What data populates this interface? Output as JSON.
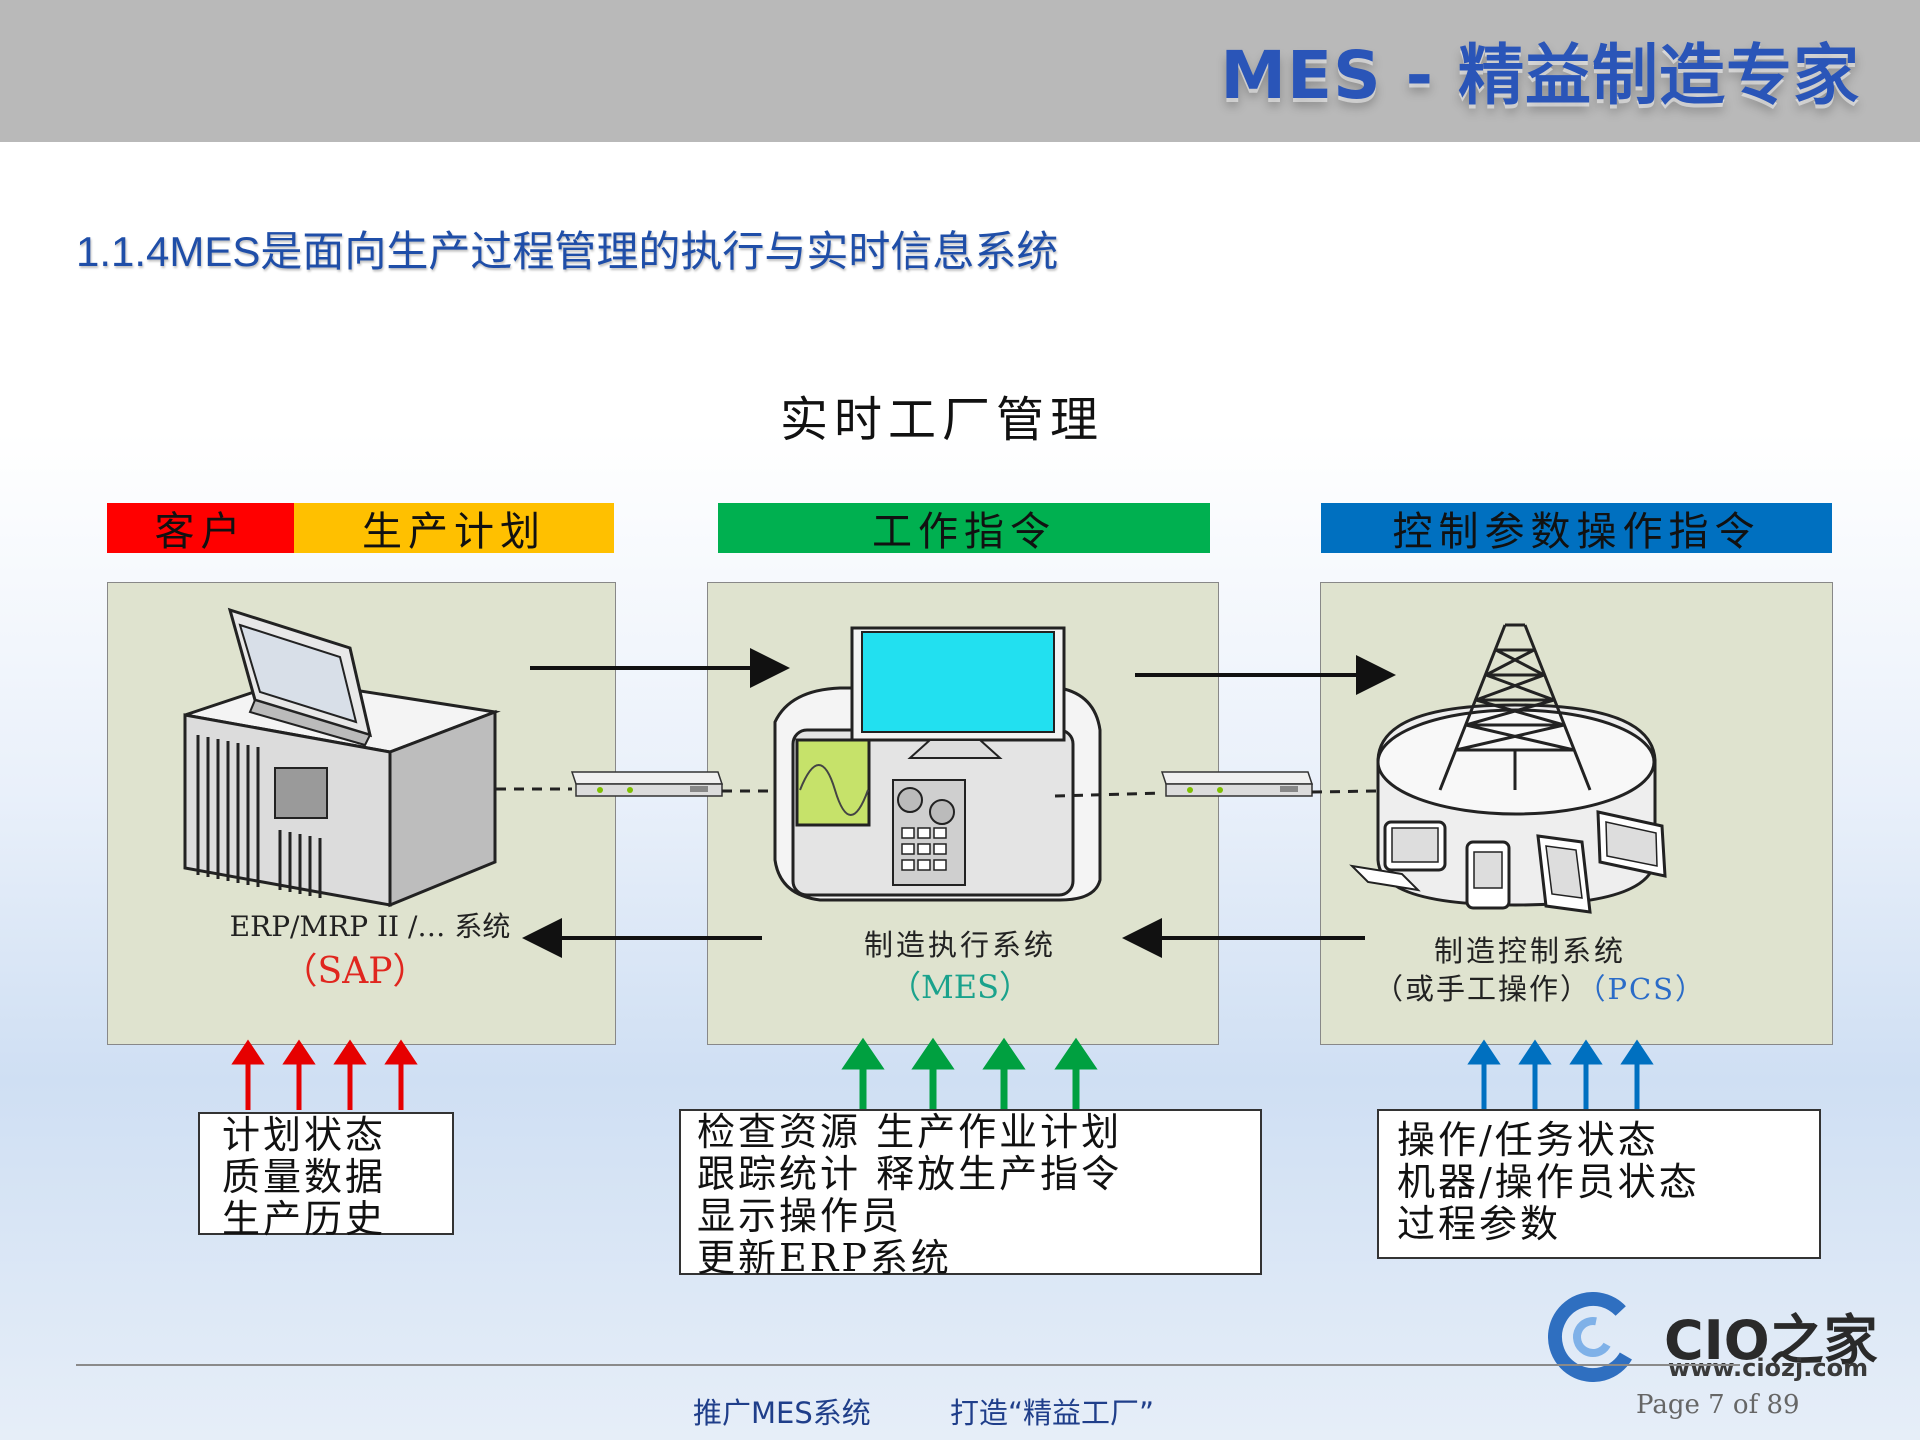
{
  "header": {
    "brand": "MES - 精益制造专家"
  },
  "slide": {
    "title": "1.1.4MES是面向生产过程管理的执行与实时信息系统"
  },
  "diagram": {
    "title": "实时工厂管理",
    "headers": {
      "customer": "客户",
      "production_plan": "生产计划",
      "work_instruction": "工作指令",
      "control_params": "控制参数操作指令"
    },
    "colors": {
      "red": "#ff0000",
      "yellow": "#ffc000",
      "green": "#00b050",
      "blue": "#0070c0"
    },
    "panels": {
      "erp": {
        "name": "ERP/MRP II /… 系统",
        "sub": "（SAP）"
      },
      "mes": {
        "name": "制造执行系统",
        "sub": "（MES）"
      },
      "pcs": {
        "name": "制造控制系统",
        "sub_prefix": "（或手工操作）",
        "sub": "（PCS）"
      }
    },
    "boxes": {
      "left": [
        "计划状态",
        "质量数据",
        "生产历史"
      ],
      "middle": [
        "检查资源  生产作业计划",
        "跟踪统计  释放生产指令",
        "显示操作员",
        "更新ERP系统"
      ],
      "right": [
        "操作/任务状态",
        "机器/操作员状态",
        "过程参数"
      ]
    }
  },
  "footer": {
    "slogan1": "推广MES系统",
    "slogan2": "打造“精益工厂”",
    "page": "Page 7 of  89",
    "logo_text": "CIO之家",
    "logo_url": "www.ciozj.com"
  }
}
